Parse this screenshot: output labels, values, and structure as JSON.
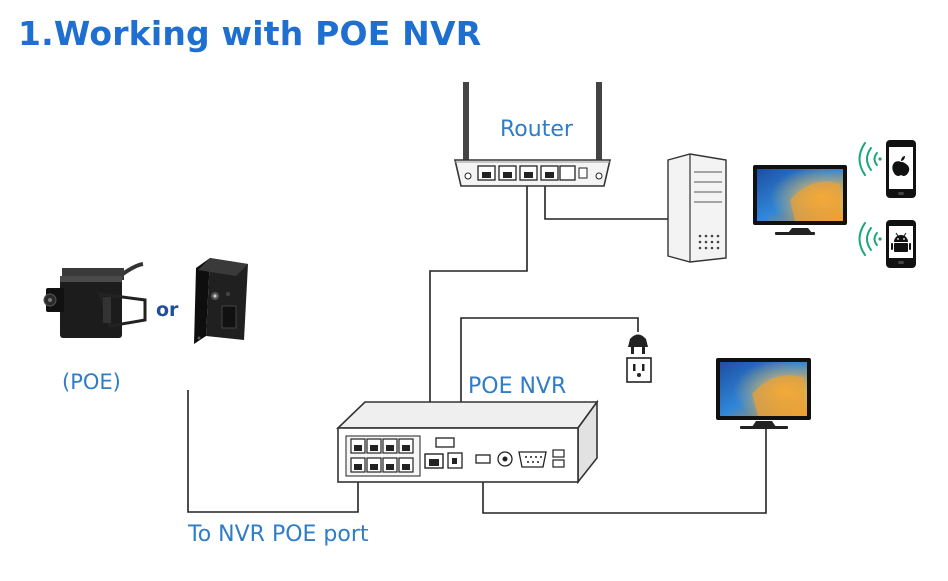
{
  "title": "1.Working with POE NVR",
  "labels": {
    "router": "Router",
    "camera_type": "(POE)",
    "or": "or",
    "nvr": "POE NVR",
    "nvr_port": "To NVR POE port"
  },
  "colors": {
    "title": "#1f6fd1",
    "label": "#2e7dc6",
    "wifi": "#1aa87a",
    "line": "#222222"
  },
  "icons": [
    "wifi-icon",
    "apple-icon",
    "android-icon",
    "power-plug-icon",
    "power-outlet-icon"
  ]
}
